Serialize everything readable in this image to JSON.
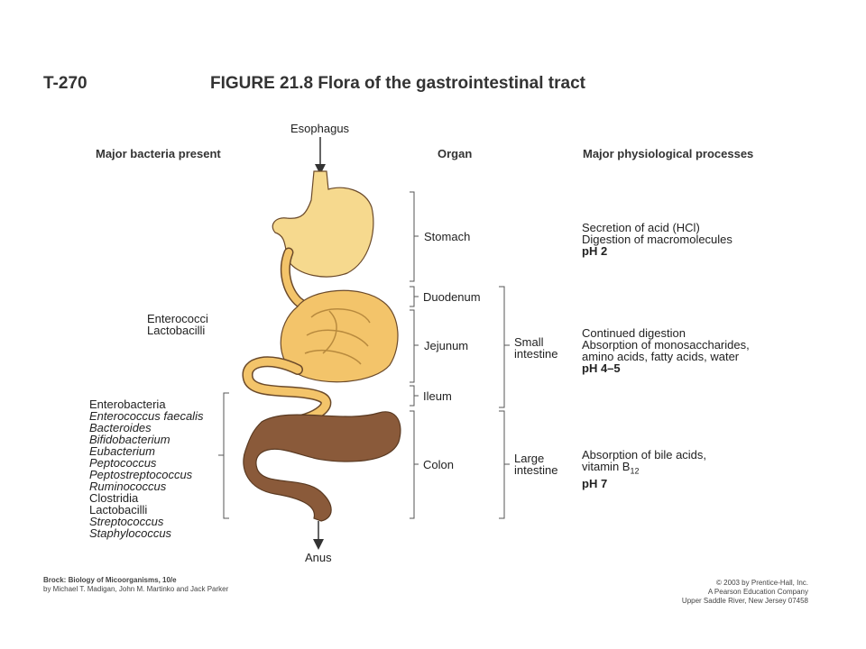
{
  "header": {
    "figure_number": "T-270",
    "title": "FIGURE 21.8   Flora of the gastrointestinal tract"
  },
  "columns": {
    "bacteria": "Major bacteria present",
    "organ": "Organ",
    "processes": "Major physiological processes"
  },
  "labels": {
    "esophagus": "Esophagus",
    "anus": "Anus"
  },
  "organs": {
    "stomach": "Stomach",
    "duodenum": "Duodenum",
    "jejunum": "Jejunum",
    "ileum": "Ileum",
    "colon": "Colon"
  },
  "groups": {
    "small": [
      "Small",
      "intestine"
    ],
    "large": [
      "Large",
      "intestine"
    ]
  },
  "bacteria": {
    "small": [
      "Enterococci",
      "Lactobacilli"
    ],
    "large": [
      {
        "name": "Enterobacteria",
        "italic": false
      },
      {
        "name": "Enterococcus faecalis",
        "italic": true
      },
      {
        "name": "Bacteroides",
        "italic": true
      },
      {
        "name": "Bifidobacterium",
        "italic": true
      },
      {
        "name": "Eubacterium",
        "italic": true
      },
      {
        "name": "Peptococcus",
        "italic": true
      },
      {
        "name": "Peptostreptococcus",
        "italic": true
      },
      {
        "name": "Ruminococcus",
        "italic": true
      },
      {
        "name": "Clostridia",
        "italic": false
      },
      {
        "name": "Lactobacilli",
        "italic": false
      },
      {
        "name": "Streptococcus",
        "italic": true
      },
      {
        "name": "Staphylococcus",
        "italic": true
      }
    ]
  },
  "processes": {
    "stomach": [
      "Secretion of acid (HCl)",
      "Digestion of macromolecules"
    ],
    "stomach_ph": "pH 2",
    "small": [
      "Continued digestion",
      "Absorption of monosaccharides,",
      "amino acids, fatty acids, water"
    ],
    "small_ph": "pH 4–5",
    "large_1": "Absorption of bile acids,",
    "large_2_prefix": "vitamin B",
    "large_2_sub": "12",
    "large_ph": "pH 7"
  },
  "footer": {
    "book_title": "Brock: Biology of Micoorganisms, 10/e",
    "authors": "by Michael T. Madigan, John M. Martinko and Jack Parker",
    "copyright": "© 2003 by Prentice-Hall, Inc.",
    "company": "A Pearson Education Company",
    "location": "Upper Saddle River, New Jersey 07458"
  },
  "colors": {
    "stomach_fill": "#f6d98e",
    "intestine_fill": "#f3c46a",
    "colon_fill": "#8a5a3a",
    "outline": "#6b4a2a",
    "bracket": "#555555"
  }
}
